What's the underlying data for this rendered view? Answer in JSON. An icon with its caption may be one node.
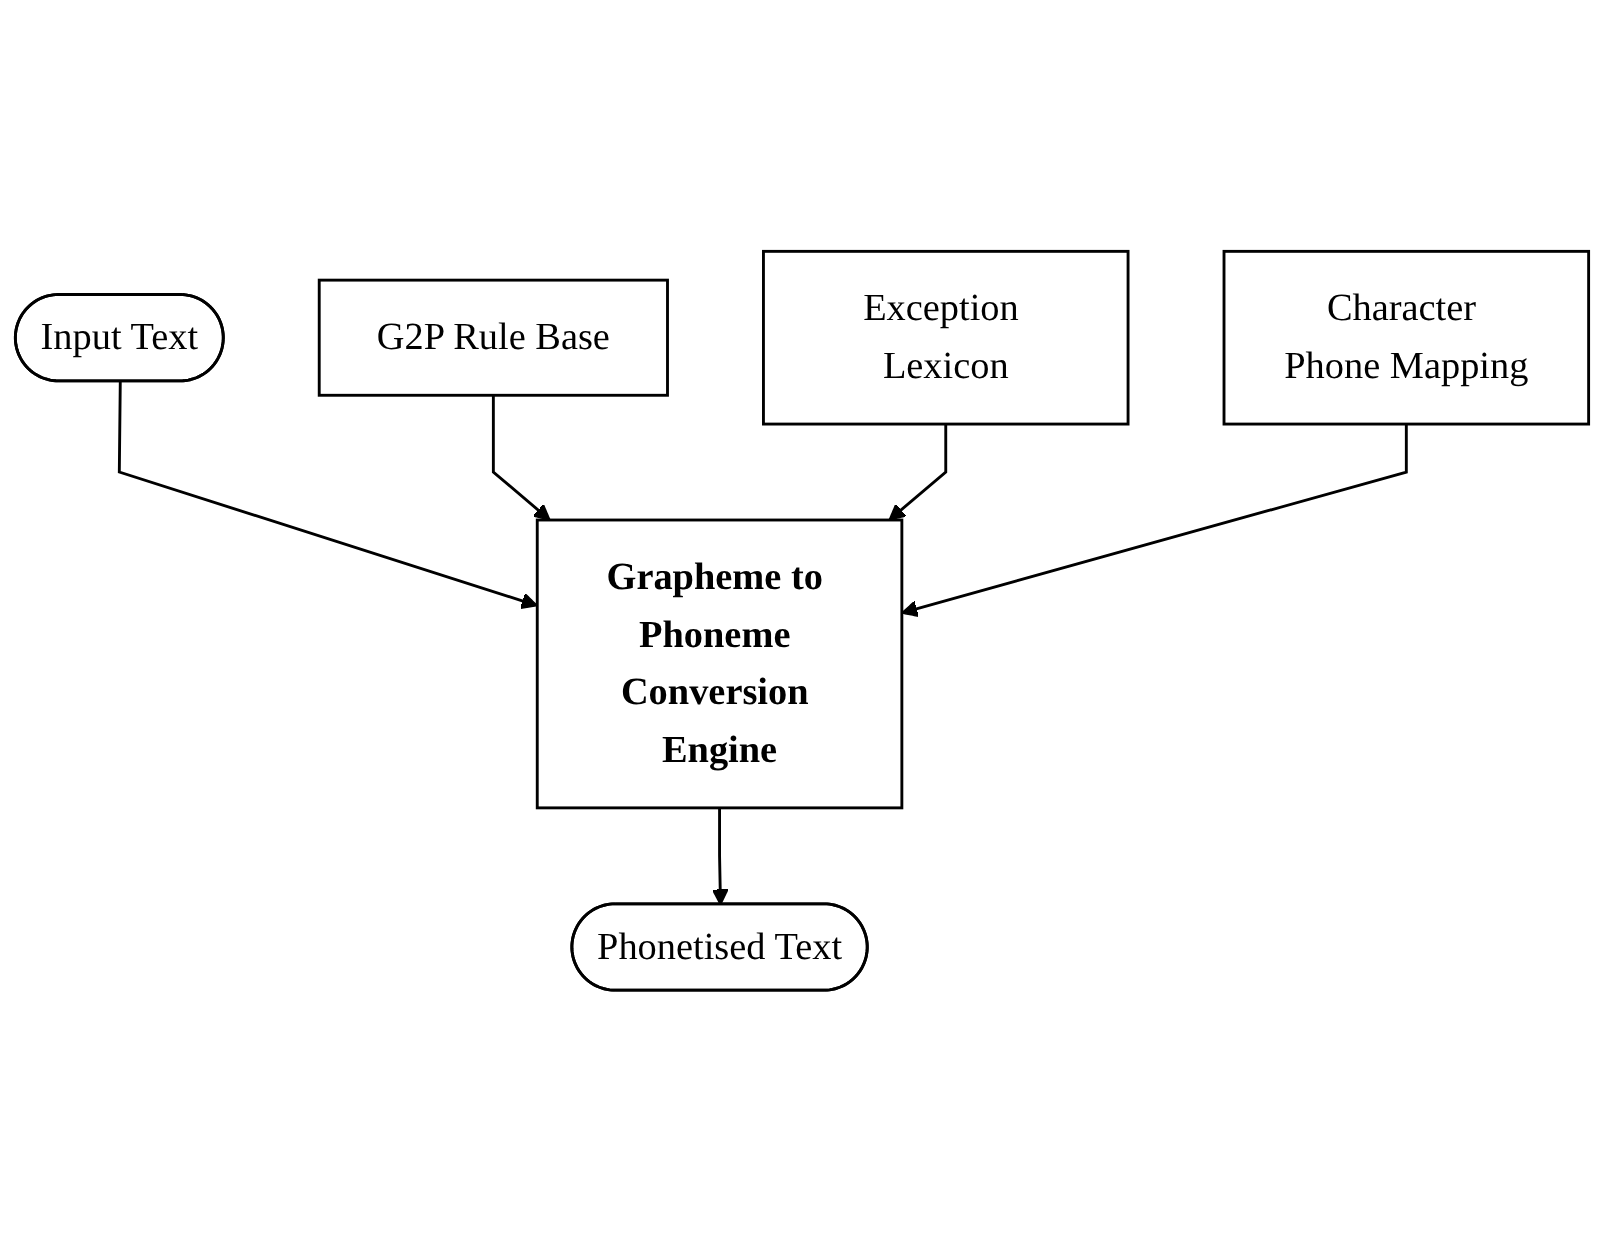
{
  "diagram": {
    "nodes": [
      {
        "text": [
          "Input Text"
        ]
      },
      {
        "text": [
          "G2P Rule Base"
        ]
      },
      {
        "text": [
          "Grapheme to Phoneme Conversion Engine"
        ]
      },
      {
        "text": [
          "Exception Lexicon"
        ]
      },
      {
        "text": [
          "Character Phone Mapping"
        ]
      },
      {
        "text": [
          "Phonetised Text"
        ]
      }
    ],
    "edges": [
      {
        "from": 0,
        "to": 2,
        "arrow": "to"
      },
      {
        "from": 1,
        "to": 2,
        "arrow": "to"
      },
      {
        "from": 3,
        "to": 2,
        "arrow": "to"
      },
      {
        "from": 4,
        "to": 2,
        "arrow": "to"
      },
      {
        "from": 2,
        "to": 5,
        "arrow": "to"
      }
    ]
  }
}
